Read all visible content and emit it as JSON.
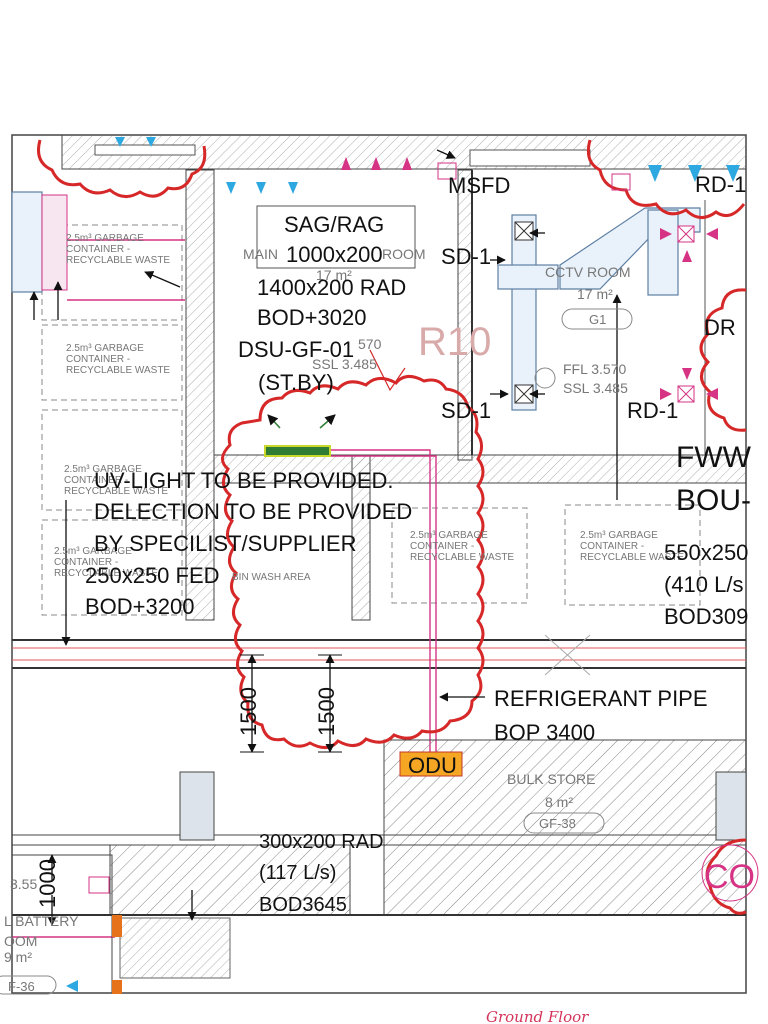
{
  "drawing": {
    "sheet_note": "Ground Floor",
    "annotations": {
      "sag_rag": "SAG/RAG",
      "sag_rag_size": "1000x200",
      "rad_size": "1400x200 RAD",
      "rad_bod": "BOD+3020",
      "dsu": "DSU-GF-01",
      "dsu_standby": "(ST.BY)",
      "msfd": "MSFD",
      "sd1_top": "SD-1",
      "sd1_bottom": "SD-1",
      "rd1_top": "RD-1",
      "rd1_mid": "RD-1",
      "dr_partial": "DR",
      "fww_partial": "FWW",
      "bou_partial": "BOU-",
      "uv1": "UV-LIGHT TO BE PROVIDED.",
      "uv2": "DELECTION TO BE PROVIDED",
      "uv3": "BY SPECILIST/SUPPLIER",
      "fed": "250x250 FED",
      "fed_bod": "BOD+3200",
      "supply_size": "550x250",
      "supply_flow": "(410 L/s",
      "supply_bod": "BOD309",
      "refrigerant1": "REFRIGERANT PIPE",
      "refrigerant2": "BOP 3400",
      "odu": "ODU",
      "dim1": "1500",
      "dim2": "1500",
      "rad300": "300x200 RAD",
      "rad300_flow": "(117 L/s)",
      "rad300_bod": "BOD3645",
      "r10": "R10",
      "co_partial": "CO",
      "dim_left": "1000"
    },
    "rooms": {
      "main_room": "MAIN",
      "main_room_suffix": "ROOM",
      "main_area": "17 m²",
      "main_ffl": "570",
      "main_ssl": "SSL 3.485",
      "cctv": "CCTV ROOM",
      "cctv_area": "17 m²",
      "cctv_tag": "G1",
      "cctv_ffl": "FFL 3.570",
      "cctv_ssl": "SSL 3.485",
      "bin_wash": "BIN WASH AREA",
      "bulk_store": "BULK STORE",
      "bulk_area": "8 m²",
      "bulk_tag": "GF-38",
      "battery": "L BATTERY",
      "battery_room": "OOM",
      "battery_area": "9 m²",
      "battery_tag": "F-36",
      "level": "3.55"
    },
    "garbage": {
      "line1": "2.5m³ GARBAGE",
      "line2": "CONTAINER -",
      "line3": "RECYCLABLE WASTE"
    },
    "colors": {
      "cloud": "#d62828",
      "pink": "#d63384",
      "blue_arrow": "#2ea8e0",
      "odu_fill": "#f5a623",
      "uv_fill": "#2e7d32"
    }
  }
}
